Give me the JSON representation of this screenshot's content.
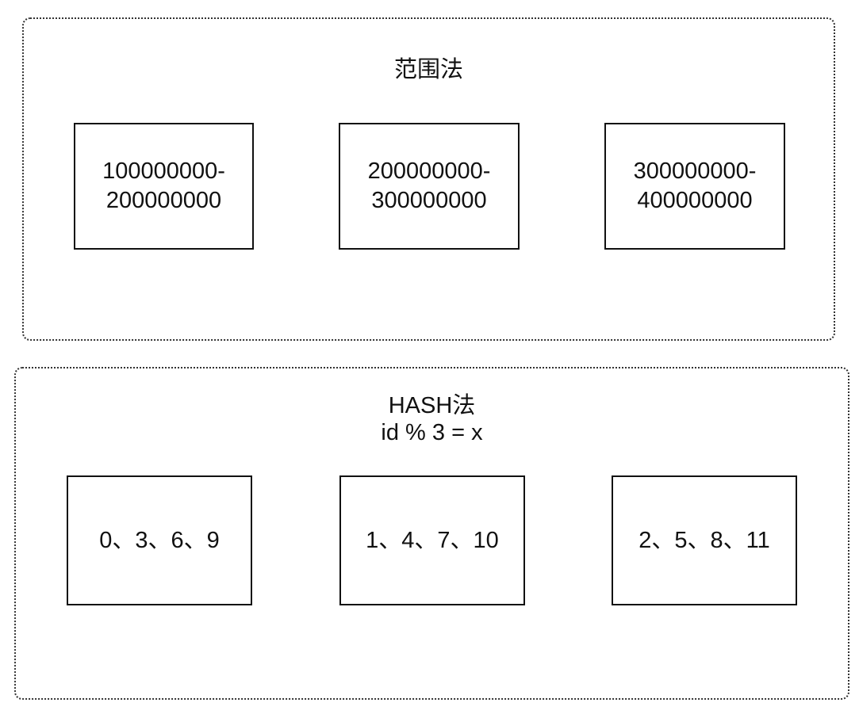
{
  "range_group": {
    "title": "范围法",
    "shards": [
      {
        "line1": "100000000-",
        "line2": "200000000"
      },
      {
        "line1": "200000000-",
        "line2": "300000000"
      },
      {
        "line1": "300000000-",
        "line2": "400000000"
      }
    ]
  },
  "hash_group": {
    "title_line1": "HASH法",
    "title_line2": "id % 3 = x",
    "shards": [
      {
        "label": "0、3、6、9"
      },
      {
        "label": "1、4、7、10"
      },
      {
        "label": "2、5、8、11"
      }
    ]
  }
}
